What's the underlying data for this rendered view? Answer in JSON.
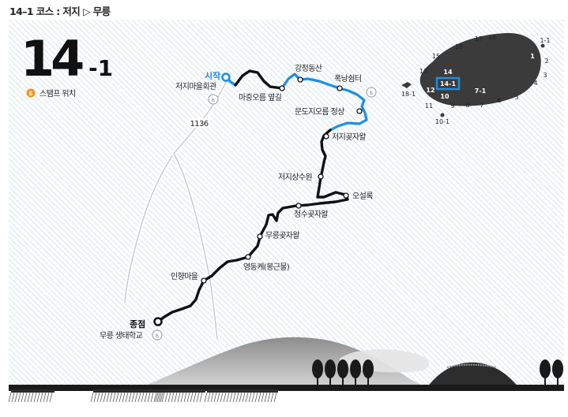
{
  "header": {
    "title": "14–1 코스 : 저지 ▷ 무릉"
  },
  "course_badge": {
    "number": "14",
    "suffix": "-1"
  },
  "legend": {
    "stamp_icon_text": "S",
    "stamp_label": "스탬프 위치"
  },
  "road": {
    "label": "1136"
  },
  "route_points": {
    "start_marker": "시작",
    "start_place": "저지마을회관",
    "majung": "마중오름 옆길",
    "gangjeong": "강정동산",
    "pokrang": "폭낭쉼터",
    "mundoji": "문도지오름 정상",
    "jeoji_gotjawal": "저지곶자왈",
    "jeoji_sangsuwon": "저지상수원",
    "oseolrok": "오설록",
    "cheongsu_gotjawal": "청수곶자왈",
    "mureung_gotjawal": "무릉곶자왈",
    "yeongdongke": "영동케(봉근물)",
    "inhyang": "인향마을",
    "end_marker": "종점",
    "end_place": "무릉 생태학교"
  },
  "inset_map": {
    "highlight_label": "14-1",
    "course_numbers": [
      "1-1",
      "1",
      "2",
      "3",
      "4",
      "5",
      "6",
      "7",
      "7-1",
      "8",
      "9",
      "10",
      "10-1",
      "11",
      "12",
      "13",
      "14",
      "15",
      "16",
      "17",
      "18",
      "18-1"
    ]
  },
  "colors": {
    "route_blue": "#1a8fe6",
    "route_black": "#111111",
    "stamp_orange": "#f7941d",
    "hatch": "#cfdce8",
    "inset_island": "#3b3b3b"
  }
}
